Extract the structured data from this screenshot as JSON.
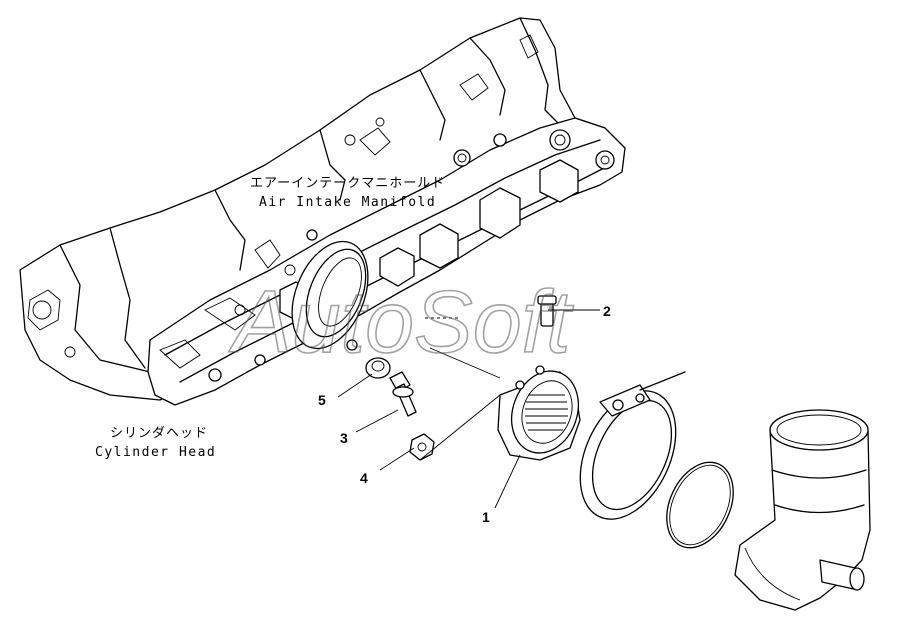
{
  "labels": {
    "manifold_jp": "エアーインテークマニホールド",
    "manifold_en": "Air Intake Manifold",
    "head_jp": "シリンダヘッド",
    "head_en": "Cylinder Head"
  },
  "callouts": {
    "c1": "1",
    "c2": "2",
    "c3": "3",
    "c4": "4",
    "c5": "5"
  },
  "watermark": "AutoSoft"
}
